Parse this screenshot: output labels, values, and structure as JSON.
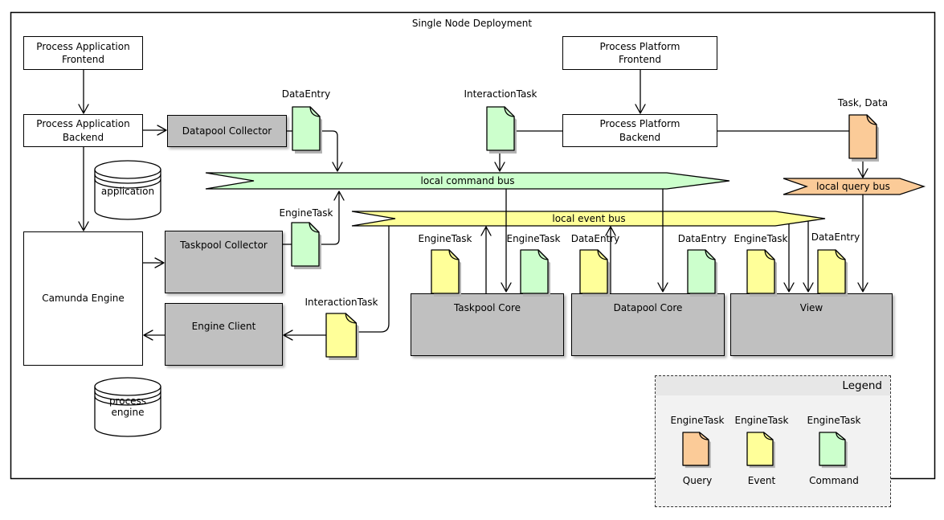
{
  "window": {
    "title": "Single Node Deployment"
  },
  "nodes": {
    "pa_frontend": {
      "label": "Process Application\nFrontend"
    },
    "pa_backend": {
      "label": "Process Application\nBackend"
    },
    "pp_frontend": {
      "label": "Process Platform\nFrontend"
    },
    "pp_backend": {
      "label": "Process Platform\nBackend"
    },
    "datapool_collector": {
      "label": "Datapool Collector"
    },
    "taskpool_collector": {
      "label": "Taskpool Collector"
    },
    "camunda_engine": {
      "label": "Camunda Engine"
    },
    "engine_client": {
      "label": "Engine Client"
    },
    "taskpool_core": {
      "label": "Taskpool Core"
    },
    "datapool_core": {
      "label": "Datapool Core"
    },
    "view": {
      "label": "View"
    }
  },
  "datastores": {
    "application": {
      "label": "application"
    },
    "process_engine": {
      "label": "process\nengine"
    }
  },
  "buses": {
    "command": {
      "label": "local command bus"
    },
    "event": {
      "label": "local event bus"
    },
    "query": {
      "label": "local query bus"
    }
  },
  "documents": {
    "dataentry_collector": {
      "label": "DataEntry",
      "kind": "command"
    },
    "interactiontask_platform": {
      "label": "InteractionTask",
      "kind": "command"
    },
    "task_data": {
      "label": "Task, Data",
      "kind": "query"
    },
    "enginetask_collector": {
      "label": "EngineTask",
      "kind": "command"
    },
    "interactiontask_client": {
      "label": "InteractionTask",
      "kind": "event"
    },
    "enginetask_taskpool_event": {
      "label": "EngineTask",
      "kind": "event"
    },
    "enginetask_taskpool_command": {
      "label": "EngineTask",
      "kind": "command"
    },
    "dataentry_datapool_event": {
      "label": "DataEntry",
      "kind": "event"
    },
    "dataentry_datapool_command": {
      "label": "DataEntry",
      "kind": "command"
    },
    "enginetask_view_event": {
      "label": "EngineTask",
      "kind": "event"
    },
    "dataentry_view_event": {
      "label": "DataEntry",
      "kind": "event"
    }
  },
  "legend": {
    "title": "Legend",
    "items": [
      {
        "label": "EngineTask",
        "caption": "Query",
        "kind": "query"
      },
      {
        "label": "EngineTask",
        "caption": "Event",
        "kind": "event"
      },
      {
        "label": "EngineTask",
        "caption": "Command",
        "kind": "command"
      }
    ]
  },
  "colors": {
    "command_fill": "#ccffcc",
    "event_fill": "#ffff99",
    "query_fill": "#fbcb98"
  }
}
